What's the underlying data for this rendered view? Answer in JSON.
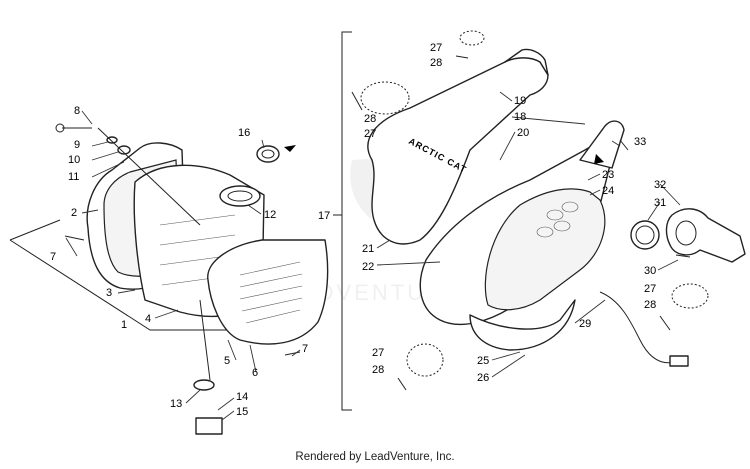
{
  "diagram": {
    "callouts": {
      "c1": "1",
      "c2": "2",
      "c3": "3",
      "c4": "4",
      "c5": "5",
      "c6": "6",
      "c7a": "7",
      "c7b": "7",
      "c8": "8",
      "c9": "9",
      "c10": "10",
      "c11": "11",
      "c12": "12",
      "c13": "13",
      "c14": "14",
      "c15": "15",
      "c16": "16",
      "c17": "17",
      "c18": "18",
      "c19": "19",
      "c20": "20",
      "c21": "21",
      "c22": "22",
      "c23": "23",
      "c24": "24",
      "c25": "25",
      "c26": "26",
      "c27a": "27",
      "c28a": "28",
      "c28b": "28",
      "c27b": "27",
      "c27c": "27",
      "c28c": "28",
      "c27d": "27",
      "c28d": "28",
      "c29": "29",
      "c30": "30",
      "c31": "31",
      "c32": "32",
      "c33": "33"
    },
    "pipe_lettering": "ARCTIC CAT",
    "watermark": "ADVENTURE"
  },
  "footer": {
    "text": "Rendered by LeadVenture, Inc."
  }
}
